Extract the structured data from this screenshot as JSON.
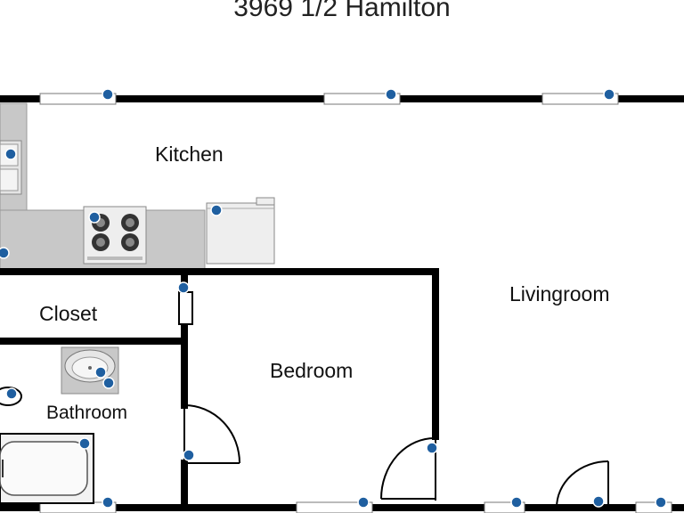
{
  "title": "3969 1/2 Hamilton",
  "rooms": {
    "kitchen": "Kitchen",
    "closet": "Closet",
    "bathroom": "Bathroom",
    "bedroom": "Bedroom",
    "livingroom": "Livingroom"
  },
  "colors": {
    "wall": "#000000",
    "counter": "#c8c8c8",
    "fixture": "#eeeeee",
    "info_marker": "#1f5fa0"
  },
  "icons": [
    "window-icon",
    "info-icon",
    "stove-icon",
    "sink-icon",
    "fridge-icon",
    "door-icon",
    "bathtub-icon",
    "toilet-icon"
  ]
}
